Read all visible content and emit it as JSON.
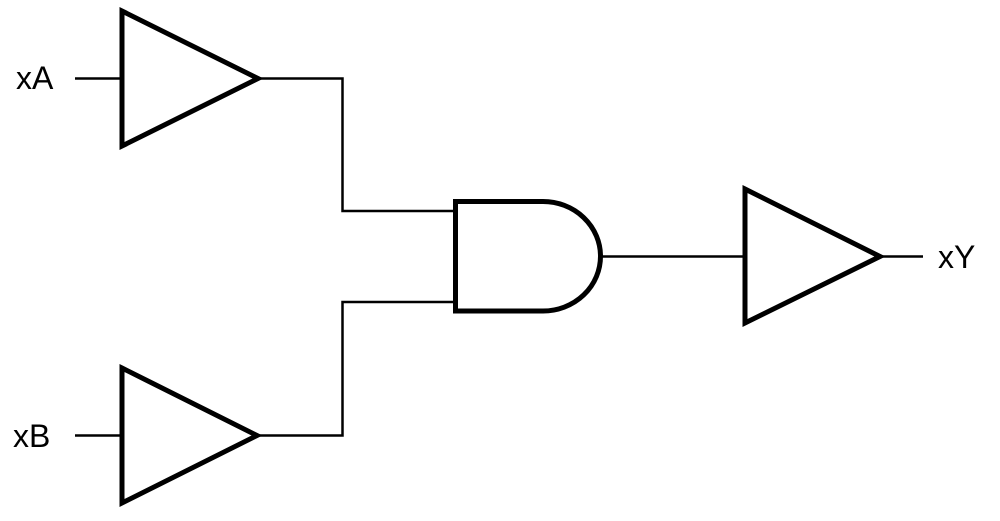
{
  "diagram": {
    "type": "logic-circuit",
    "description": "Two buffered inputs feed an AND gate whose output is buffered",
    "inputs": [
      {
        "id": "xA",
        "label": "xA"
      },
      {
        "id": "xB",
        "label": "xB"
      }
    ],
    "output": {
      "id": "xY",
      "label": "xY"
    },
    "gates": [
      {
        "id": "buffer-a",
        "type": "buffer",
        "input": "xA"
      },
      {
        "id": "buffer-b",
        "type": "buffer",
        "input": "xB"
      },
      {
        "id": "and-1",
        "type": "AND",
        "inputs": [
          "buffer-a",
          "buffer-b"
        ]
      },
      {
        "id": "buffer-y",
        "type": "buffer",
        "input": "and-1",
        "output": "xY"
      }
    ],
    "colors": {
      "stroke": "#000000",
      "background": "#ffffff"
    }
  }
}
